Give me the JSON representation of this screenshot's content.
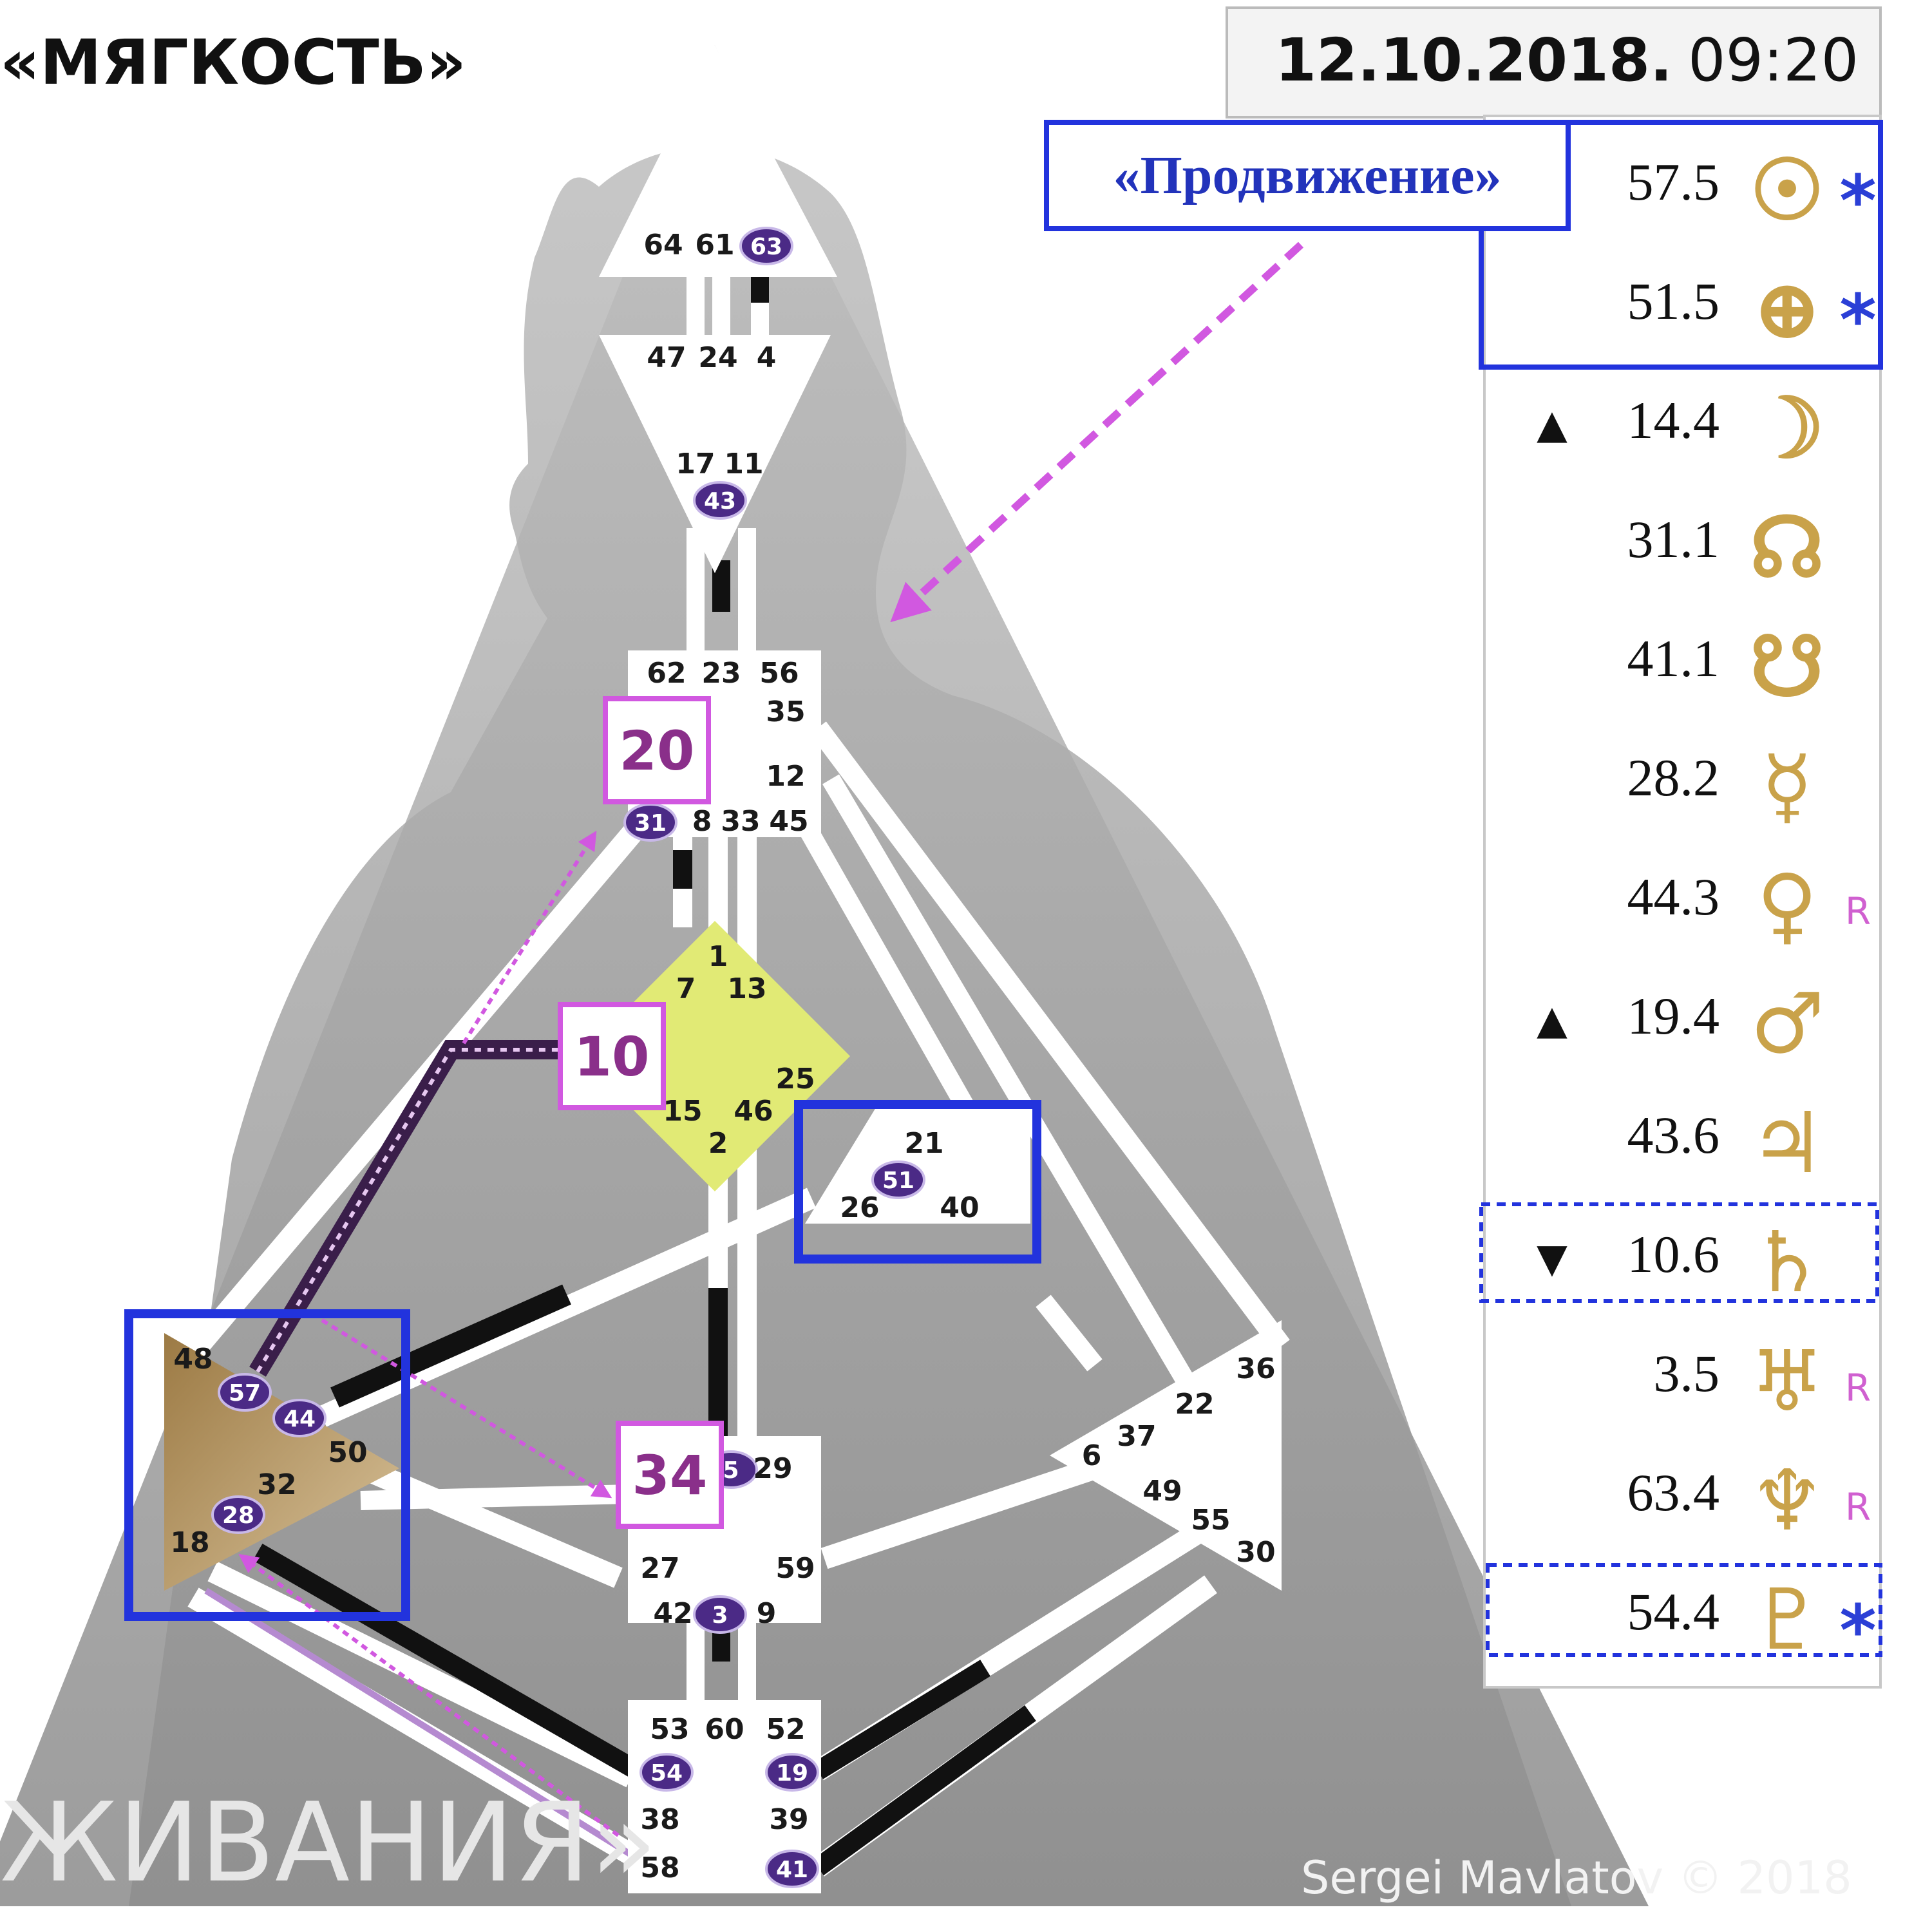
{
  "title": "«МЯГКОСТЬ»",
  "bottom_caption": "ЖИВАНИЯ»",
  "copyright": "Sergei Mavlatov © 2018",
  "date_box": {
    "date": "12.10.2018.",
    "time": "09:20"
  },
  "promo_label": "«Продвижение»",
  "colors": {
    "accent_blue": "#2233dd",
    "magenta": "#d158e0",
    "gold": "#c9a24a",
    "activated": "#4b2a86"
  },
  "planets": [
    {
      "symbol_name": "sun-icon",
      "glyph": "☉",
      "value": "57.5",
      "mark": "*",
      "direction": ""
    },
    {
      "symbol_name": "earth-icon",
      "glyph": "⊕",
      "value": "51.5",
      "mark": "*",
      "direction": ""
    },
    {
      "symbol_name": "moon-icon",
      "glyph": "☽",
      "value": "14.4",
      "mark": "",
      "direction": "▲"
    },
    {
      "symbol_name": "north-node-icon",
      "glyph": "☊",
      "value": "31.1",
      "mark": "",
      "direction": ""
    },
    {
      "symbol_name": "south-node-icon",
      "glyph": "☋",
      "value": "41.1",
      "mark": "",
      "direction": ""
    },
    {
      "symbol_name": "mercury-icon",
      "glyph": "☿",
      "value": "28.2",
      "mark": "",
      "direction": ""
    },
    {
      "symbol_name": "venus-icon",
      "glyph": "♀",
      "value": "44.3",
      "mark": "R",
      "direction": ""
    },
    {
      "symbol_name": "mars-icon",
      "glyph": "♂",
      "value": "19.4",
      "mark": "",
      "direction": "▲"
    },
    {
      "symbol_name": "jupiter-icon",
      "glyph": "♃",
      "value": "43.6",
      "mark": "",
      "direction": ""
    },
    {
      "symbol_name": "saturn-icon",
      "glyph": "♄",
      "value": "10.6",
      "mark": "",
      "direction": "▼"
    },
    {
      "symbol_name": "uranus-icon",
      "glyph": "♅",
      "value": "3.5",
      "mark": "R",
      "direction": ""
    },
    {
      "symbol_name": "neptune-icon",
      "glyph": "♆",
      "value": "63.4",
      "mark": "R",
      "direction": ""
    },
    {
      "symbol_name": "pluto-icon",
      "glyph": "♇",
      "value": "54.4",
      "mark": "*",
      "direction": ""
    }
  ],
  "highlight_labels": {
    "g20": "20",
    "g10": "10",
    "g34": "34"
  },
  "gates": {
    "g64": "64",
    "g61": "61",
    "g63": "63",
    "g47": "47",
    "g24": "24",
    "g4": "4",
    "g17": "17",
    "g11": "11",
    "g43": "43",
    "g62": "62",
    "g23": "23",
    "g56": "56",
    "g35": "35",
    "g12": "12",
    "g31": "31",
    "g8": "8",
    "g33": "33",
    "g45": "45",
    "g1": "1",
    "g7": "7",
    "g13": "13",
    "g25": "25",
    "g15": "15",
    "g46": "46",
    "g2": "2",
    "g21": "21",
    "g51": "51",
    "g26": "26",
    "g40": "40",
    "g48": "48",
    "g57": "57",
    "g44": "44",
    "g50": "50",
    "g32": "32",
    "g28": "28",
    "g18": "18",
    "g5": "5",
    "g29": "29",
    "g27": "27",
    "g59": "59",
    "g42": "42",
    "g3": "3",
    "g9": "9",
    "g36": "36",
    "g22": "22",
    "g37": "37",
    "g6": "6",
    "g49": "49",
    "g55": "55",
    "g30": "30",
    "g53": "53",
    "g60": "60",
    "g52": "52",
    "g54": "54",
    "g19": "19",
    "g38": "38",
    "g39": "39",
    "g58": "58",
    "g41": "41"
  }
}
